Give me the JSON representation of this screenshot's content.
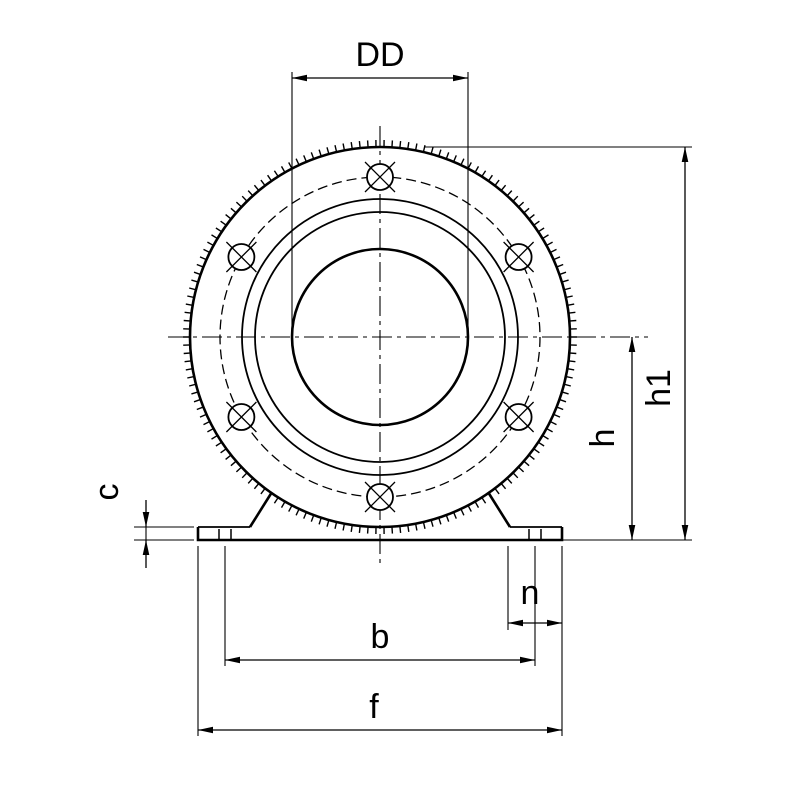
{
  "drawing": {
    "background": "#ffffff",
    "stroke_color": "#000000",
    "labels": {
      "dd": "DD",
      "h1": "h1",
      "h": "h",
      "c": "c",
      "n": "n",
      "b": "b",
      "f": "f"
    }
  }
}
